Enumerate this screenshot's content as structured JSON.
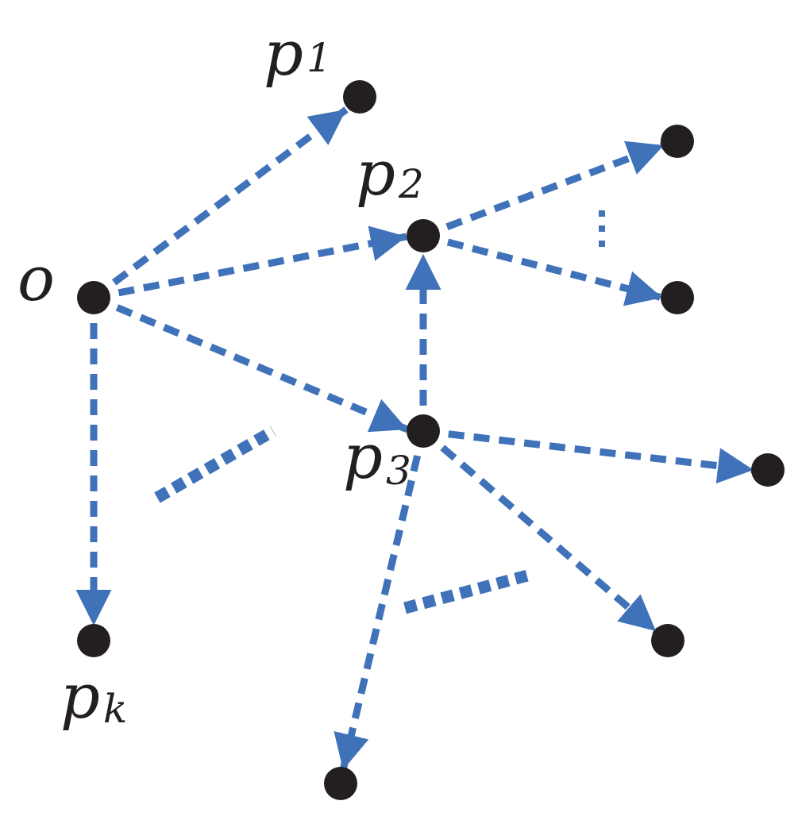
{
  "colors": {
    "edge": "#3f72b8",
    "node": "#231f20",
    "background": "#ffffff"
  },
  "labels": {
    "o": "o",
    "p1_base": "p",
    "p1_sub": "1",
    "p2_base": "p",
    "p2_sub": "2",
    "p3_base": "p",
    "p3_sub": "3",
    "pk_base": "p",
    "pk_sub": "k"
  }
}
